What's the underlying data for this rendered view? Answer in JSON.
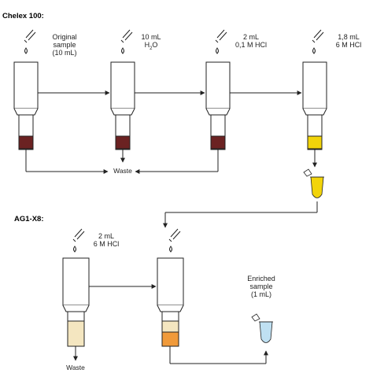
{
  "sections": {
    "chelex": "Chelex 100:",
    "ag1": "AG1-X8:"
  },
  "steps": {
    "s1": {
      "line1": "Original",
      "line2": "sample",
      "line3": "(10 mL)"
    },
    "s2": {
      "line1": "10 mL",
      "line2": "H",
      "sub": "2",
      "line2b": "O"
    },
    "s3": {
      "line1": "2 mL",
      "line2": "0,1 M HCl"
    },
    "s4": {
      "line1": "1,8 mL",
      "line2": "6 M HCl"
    },
    "s5": {
      "line1": "2 mL",
      "line2": "6 M HCl"
    },
    "s6": {
      "line1": "Enriched",
      "line2": "sample",
      "line3": "(1 mL)"
    }
  },
  "waste": {
    "top": "Waste",
    "bottom": "Waste"
  },
  "colors": {
    "resin_brown": "#6b2222",
    "eluate_yellow": "#f2d40a",
    "resin_cream": "#f4e6c0",
    "resin_orange": "#f09a3a",
    "tube_blue": "#bfe0f2",
    "line": "#222222"
  }
}
